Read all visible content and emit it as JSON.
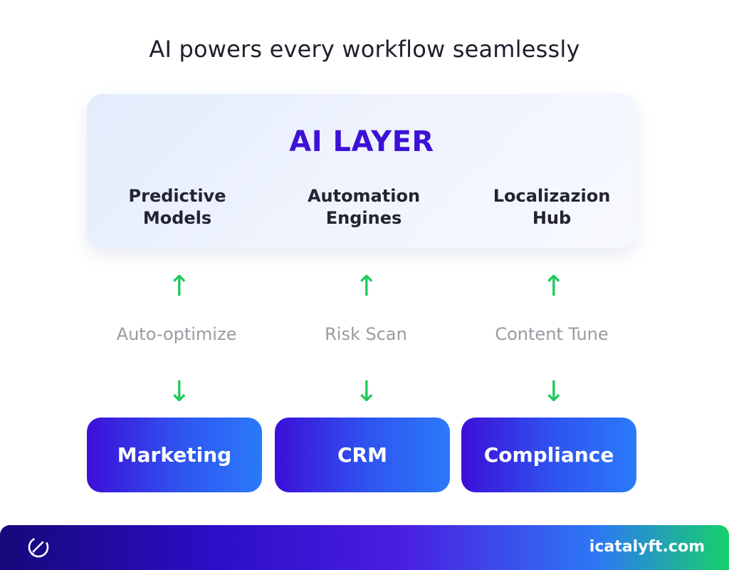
{
  "header": {
    "title": "AI powers every workflow seamlessly"
  },
  "ai_layer": {
    "title": "AI LAYER",
    "modules": [
      {
        "label": "Predictive\nModels"
      },
      {
        "label": "Automation\nEngines"
      },
      {
        "label": "Localizazion\nHub"
      }
    ]
  },
  "flows": [
    {
      "label": "Auto-optimize"
    },
    {
      "label": "Risk Scan"
    },
    {
      "label": "Content Tune"
    }
  ],
  "systems": [
    {
      "label": "Marketing"
    },
    {
      "label": "CRM"
    },
    {
      "label": "Compliance"
    }
  ],
  "footer": {
    "url": "icatalyft.com",
    "logo_icon": "orbit-logo-icon"
  },
  "colors": {
    "accent": "#3d12d6",
    "arrow": "#1fc95a",
    "box_gradient_start": "#3c0fd8",
    "box_gradient_end": "#2a7afa"
  }
}
